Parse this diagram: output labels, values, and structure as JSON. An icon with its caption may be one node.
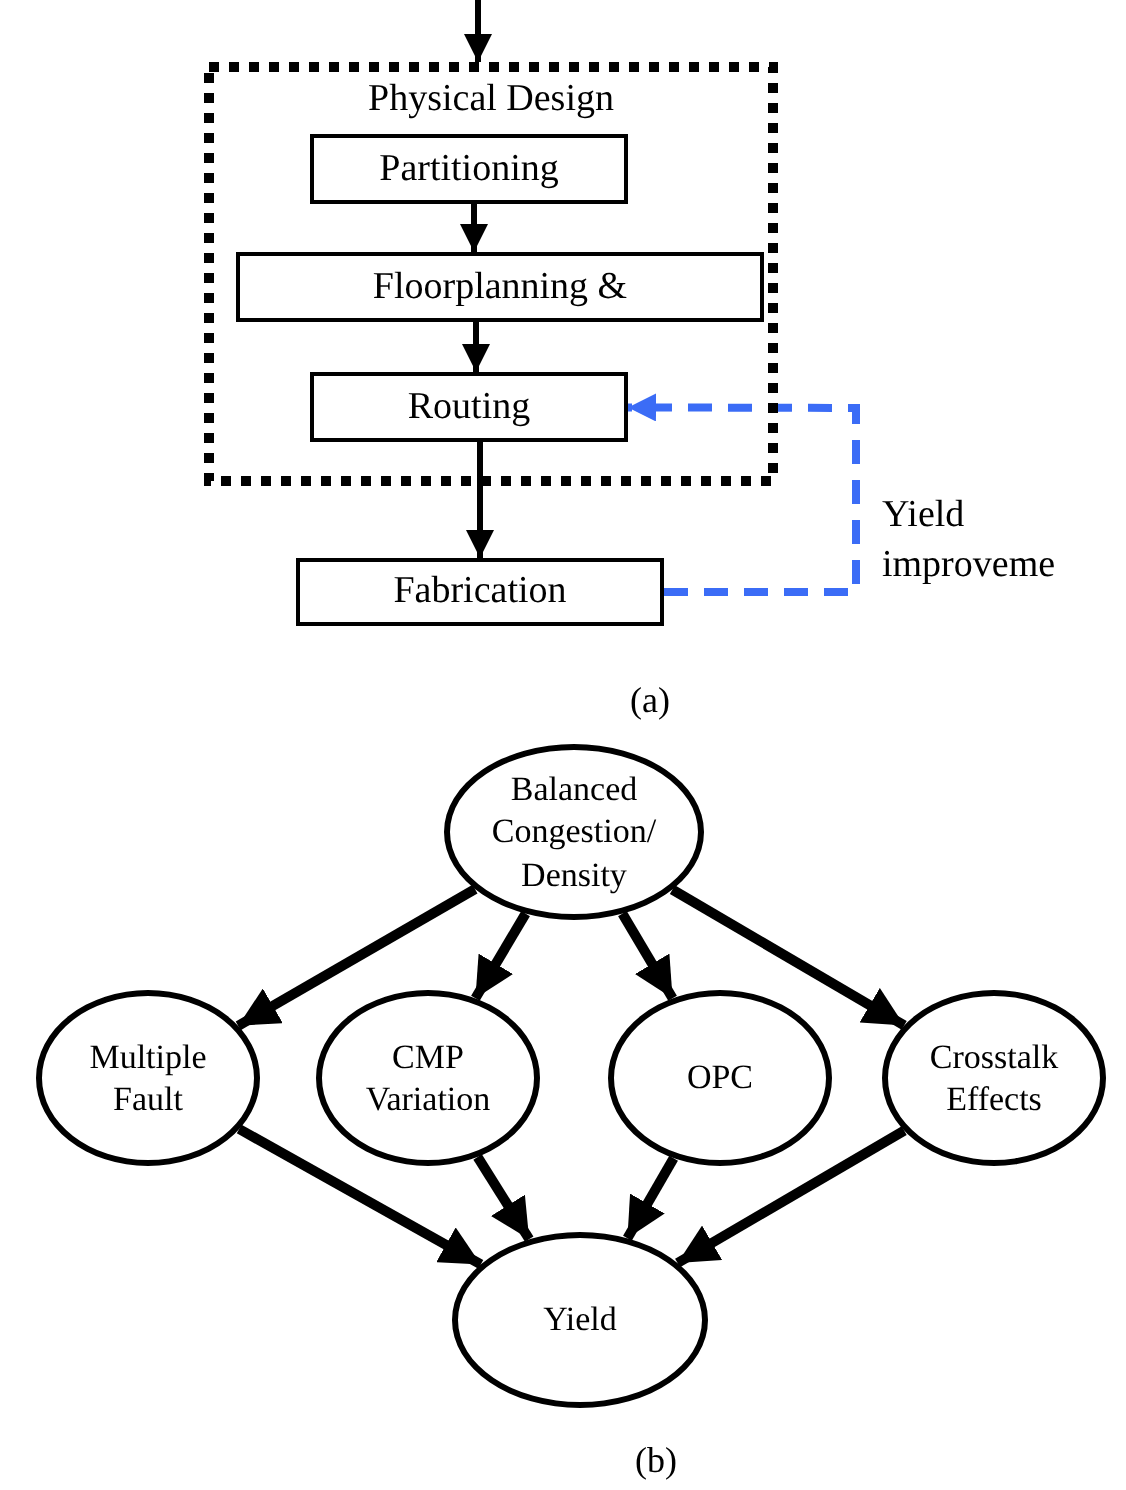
{
  "diagram": {
    "nodes": [
      {
        "text": [
          "Physical Design"
        ]
      },
      {
        "text": [
          "Partitioning"
        ],
        "in": 0
      },
      {
        "text": [
          "Floorplanning &"
        ],
        "in": 0
      },
      {
        "text": [
          "Routing"
        ],
        "in": 0
      },
      {
        "text": [
          "Fabrication"
        ]
      },
      {
        "text": [
          "Balanced Congestion/ Density"
        ]
      },
      {
        "text": [
          "Multiple Fault"
        ]
      },
      {
        "text": [
          "CMP Variation"
        ]
      },
      {
        "text": [
          "OPC"
        ]
      },
      {
        "text": [
          "Crosstalk Effects"
        ]
      },
      {
        "text": [
          "Yield"
        ]
      }
    ],
    "edges": [
      {
        "from": null,
        "to": 0,
        "arrow": "to"
      },
      {
        "from": 1,
        "to": 2,
        "arrow": "to"
      },
      {
        "from": 2,
        "to": 3,
        "arrow": "to"
      },
      {
        "from": 3,
        "to": 4,
        "arrow": "to"
      },
      {
        "from": 4,
        "to": 3,
        "arrow": "to",
        "label": "Yield improveme",
        "style": "dashed",
        "color": "#3b6cf6"
      },
      {
        "from": 5,
        "to": 6,
        "arrow": "to"
      },
      {
        "from": 5,
        "to": 7,
        "arrow": "to"
      },
      {
        "from": 5,
        "to": 8,
        "arrow": "to"
      },
      {
        "from": 5,
        "to": 9,
        "arrow": "to"
      },
      {
        "from": 6,
        "to": 10,
        "arrow": "to"
      },
      {
        "from": 7,
        "to": 10,
        "arrow": "to"
      },
      {
        "from": 8,
        "to": 10,
        "arrow": "to"
      },
      {
        "from": 9,
        "to": 10,
        "arrow": "to"
      }
    ],
    "labels": [
      "(a)",
      "(b)"
    ]
  }
}
